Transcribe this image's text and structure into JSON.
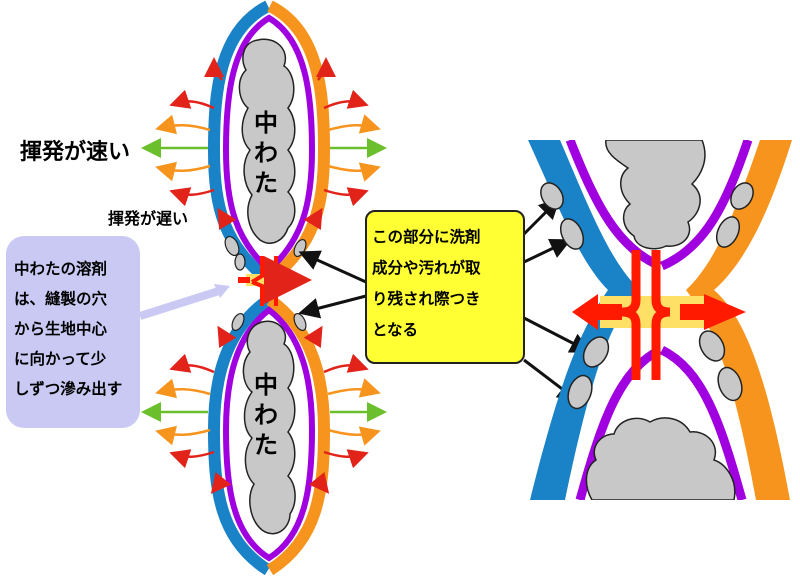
{
  "labels": {
    "fast_evaporation": "揮発が速い",
    "slow_evaporation": "揮発が遅い",
    "batting_top": "中\nわ\nた",
    "batting_bottom": "中\nわ\nた",
    "solvent_note": "中わたの溶剤\nは、縫製の穴\nから生地中心\nに向かって少\nしずつ滲み出す",
    "callout": "この部分に洗剤\n成分や汚れが取\nり残され際つき\nとなる"
  },
  "colors": {
    "outer_blue": "#1a82c6",
    "outer_orange": "#f7941d",
    "inner_purple": "#a000e0",
    "batting_gray": "#c8c8c8",
    "arrow_red": "#e2231a",
    "arrow_orange": "#f7941d",
    "arrow_green": "#6cbf2c",
    "solvent_red": "#ff1a00",
    "seam_yellow": "#ffe066",
    "note_bg": "#c9c9f3",
    "callout_bg": "#ffff33"
  },
  "icons": [
    "evaporation-arrow-icon",
    "seam-hole-icon",
    "pointer-arrow-icon"
  ]
}
